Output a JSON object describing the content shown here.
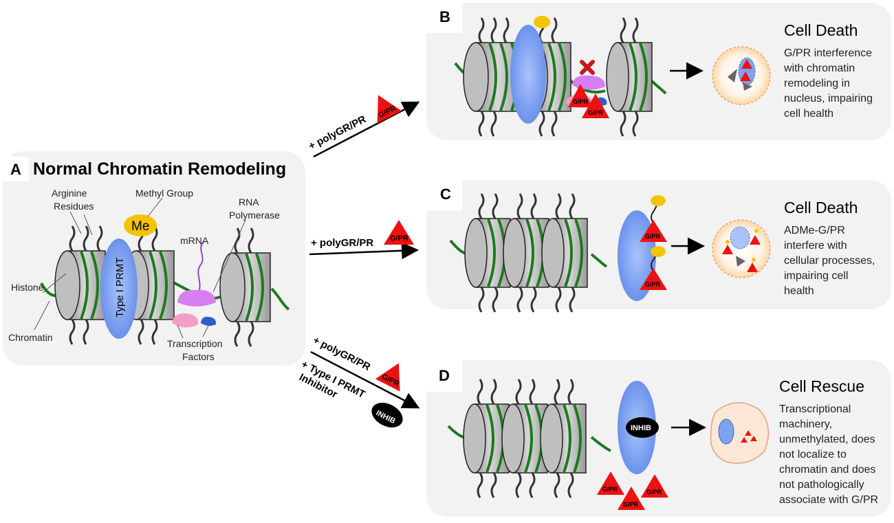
{
  "panel_a": {
    "letter": "A",
    "title": "Normal Chromatin Remodeling",
    "labels": {
      "arginine": [
        "Arginine",
        "Residues"
      ],
      "methyl": "Methyl Group",
      "me": "Me",
      "rna": [
        "RNA",
        "Polymerase"
      ],
      "histone": "Histone",
      "mrna": "mRNA",
      "prmt": "Type I PRMT",
      "chromatin": "Chromatin",
      "tf": [
        "Transcription",
        "Factors"
      ]
    }
  },
  "arrows": {
    "b_label": "+ polyGR/PR",
    "c_label": "+ polyGR/PR",
    "d_label_1": "+ polyGR/PR",
    "d_label_2": "+ Type I PRMT",
    "d_label_3": "Inhibitor"
  },
  "gpr": "G/PR",
  "inhib": "INHIB",
  "panel_b": {
    "letter": "B",
    "title": "Cell Death",
    "desc": [
      "G/PR interference",
      "with chromatin",
      "remodeling in",
      "nucleus, impairing",
      "cell health"
    ]
  },
  "panel_c": {
    "letter": "C",
    "title": "Cell Death",
    "desc": [
      "ADMe-G/PR",
      "interfere with",
      "cellular processes,",
      "impairing cell",
      "health"
    ]
  },
  "panel_d": {
    "letter": "D",
    "title": "Cell Rescue",
    "desc": [
      "Transcriptional",
      "machinery,",
      "unmethylated, does",
      "not localize to",
      "chromatin and does",
      "not pathologically",
      "associate with G/PR"
    ]
  },
  "colors": {
    "histone_gray": "#bfbfbf",
    "dna_green": "#1e7a1e",
    "prmt_blue": "#7fa3f0",
    "methyl_yellow": "#f5c400",
    "rna_pol_purple": "#d67ef2",
    "tf_pink": "#f29ec8",
    "tf_blue": "#2f5fc8",
    "gpr_red": "#ee1111",
    "inhib_black": "#000000"
  }
}
